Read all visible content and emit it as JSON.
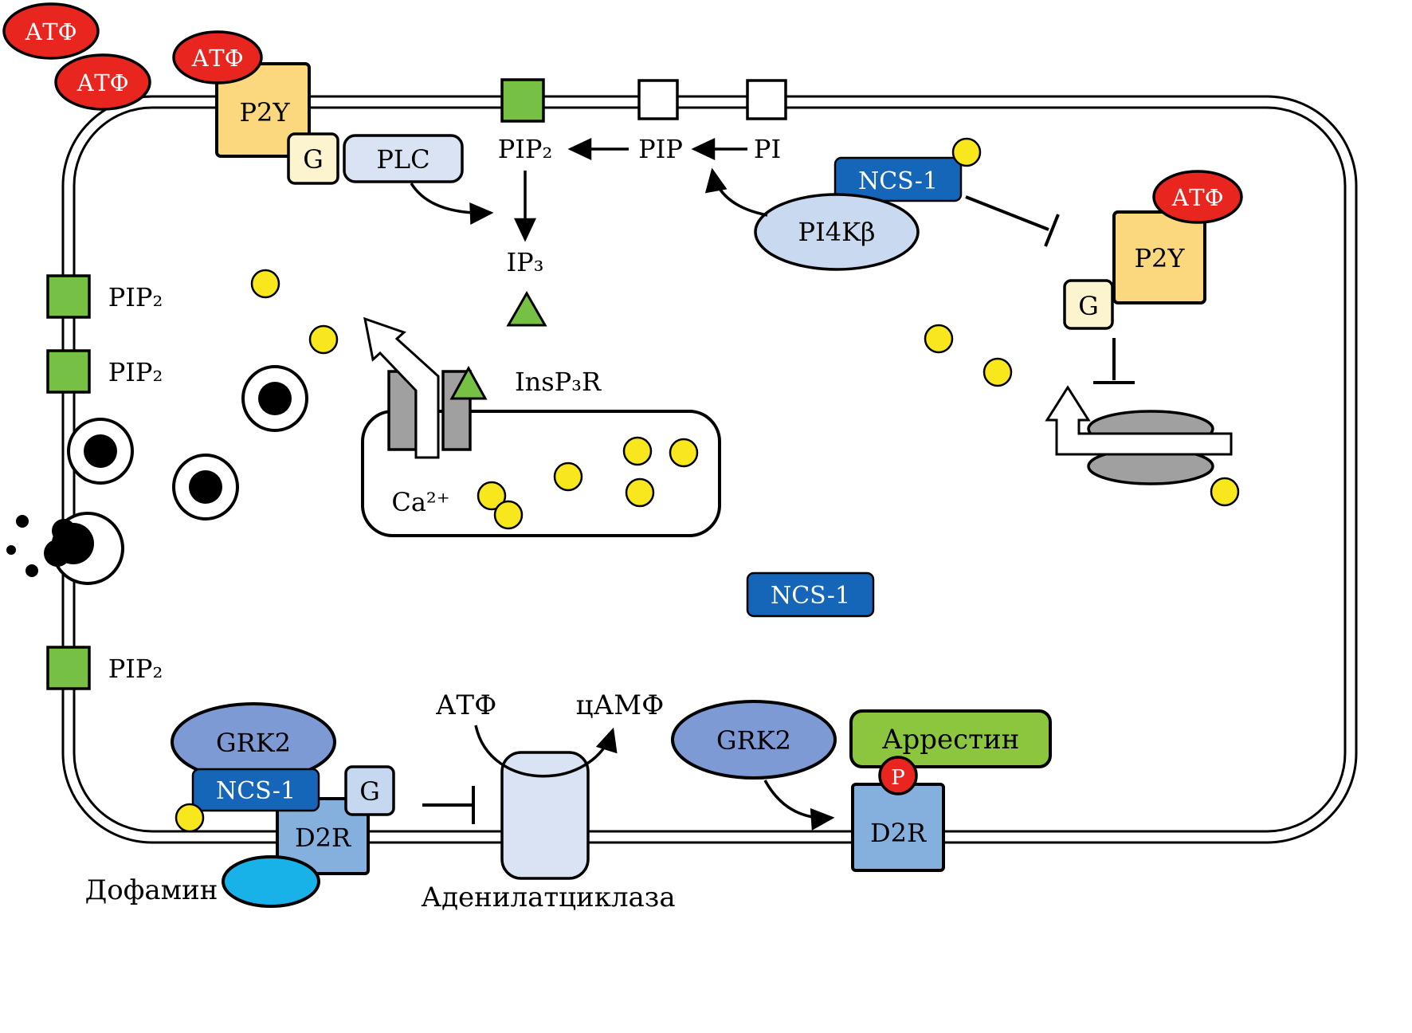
{
  "molecules": {
    "atp": "АТФ",
    "camp": "цАМФ",
    "p2y": "P2Y",
    "g_protein": "G",
    "plc": "PLC",
    "pip2": "PIP₂",
    "pip": "PIP",
    "pi": "PI",
    "ip3": "IP₃",
    "insp3r": "InsP₃R",
    "calcium": "Ca²⁺",
    "ncs1": "NCS-1",
    "pi4kbeta": "PI4Kβ",
    "grk2": "GRK2",
    "d2r": "D2R",
    "dopamine": "Дофамин",
    "adenylyl_cyclase": "Аденилатциклаза",
    "arrestin": "Аррестин",
    "phosphate": "P"
  },
  "colors": {
    "atp_red": "#E8251F",
    "receptor_yellow": "#FBD87E",
    "g_cream": "#FCF3CF",
    "g_light_blue": "#C5D8F0",
    "enzyme_light_blue": "#DAE3F3",
    "pi4k_light_blue": "#C9D9F0",
    "lipid_green": "#76C043",
    "ncs1_blue": "#1565B8",
    "ca_yellow": "#F8E71C",
    "grk2_blue": "#7E9AD4",
    "arrestin_green": "#8CC63F",
    "d2r_blue": "#85B0DD",
    "dopamine_cyan": "#18B2E8",
    "channel_gray": "#A0A0A0",
    "vesicle_black": "#000000",
    "membrane": "#000000"
  }
}
